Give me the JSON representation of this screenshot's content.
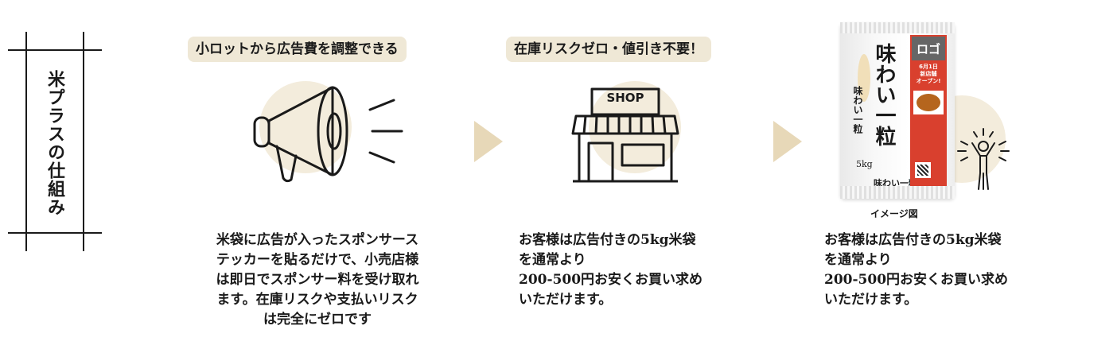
{
  "title": "米プラスの仕組み",
  "steps": [
    {
      "pill": "小ロットから広告費を調整できる",
      "icon": "megaphone-icon",
      "description": [
        "米袋に広告が入ったスポンサース",
        "テッカーを貼るだけで、小売店様",
        "は即日でスポンサー料を受け取れ",
        "ます。在庫リスクや支払いリスク",
        "は完全にゼロです"
      ]
    },
    {
      "pill": "在庫リスクゼロ・値引き不要！",
      "icon": "shop-icon",
      "shop_sign": "SHOP",
      "description": [
        "お客様は広告付きの5kg米袋",
        "を通常より",
        "200-500円お安くお買い求め",
        "いただけます。"
      ]
    },
    {
      "icon": "rice-bag-icon",
      "caption": "イメージ図",
      "bag": {
        "brand": "味わい一粒",
        "weight": "5kg",
        "bottom_brand": "味わい一粒",
        "logo": "ロゴ",
        "sticker_info": [
          "6月1日",
          "新店舗",
          "オープン!"
        ]
      },
      "description": [
        "お客様は広告付きの5kg米袋",
        "を通常より",
        "200-500円お安くお買い求め",
        "いただけます。"
      ]
    }
  ],
  "colors": {
    "pill_bg": "#efe8d6",
    "circle_bg": "#f3ecdc",
    "arrow": "#e7d8b8",
    "sticker": "#d9402e"
  }
}
